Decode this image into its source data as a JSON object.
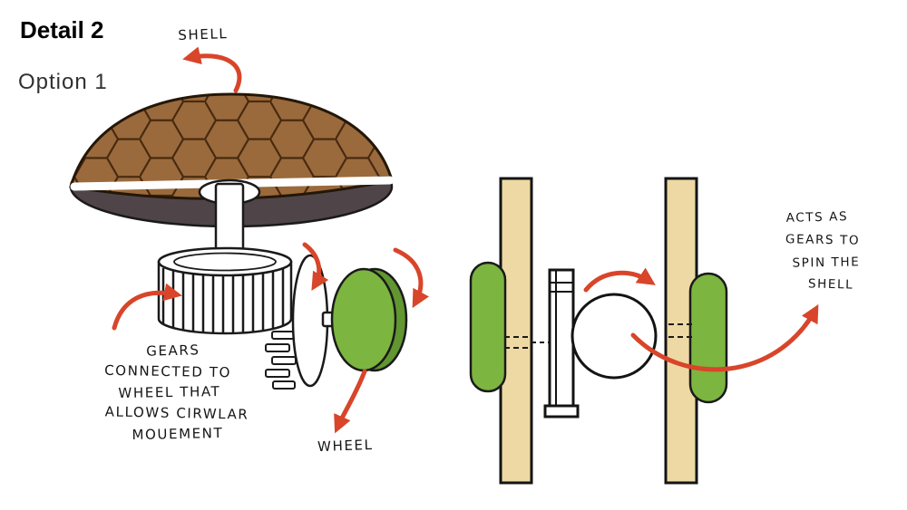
{
  "header": {
    "title": "Detail 2",
    "subtitle": "Option 1"
  },
  "labels": {
    "shell": "SHELL",
    "wheel": "WHEEL",
    "gears_lines": [
      "GEARS",
      "CONNECTED TO",
      "WHEEL THAT",
      "ALLOWS CIRWLAR",
      "MOUEMENT"
    ],
    "acts_lines": [
      "ACTS AS",
      "GEARS TO",
      "SPIN THE",
      "SHELL"
    ]
  },
  "colors": {
    "arrow": "#d8452a",
    "shell_brown": "#9a6a3c",
    "shell_hatch": "#47290f",
    "underside": "#4f4549",
    "green": "#7cb53f",
    "green_dark": "#619630",
    "post_tan": "#eed9a4",
    "ink": "#1a1a1a"
  }
}
